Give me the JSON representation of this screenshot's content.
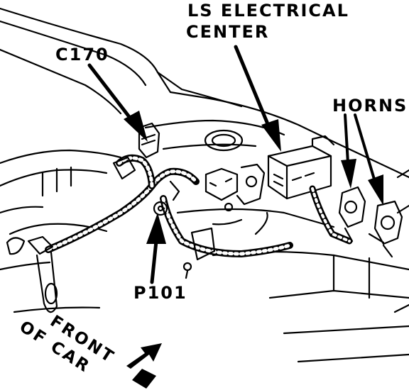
{
  "labels": {
    "ls_electrical_center_line1": "LS ELECTRICAL",
    "ls_electrical_center_line2": "CENTER",
    "c170": "C170",
    "horns": "HORNS",
    "p101": "P101",
    "front_of_car_line1": "FRONT",
    "front_of_car_line2": "OF CAR"
  },
  "colors": {
    "ink": "#000000",
    "paper": "#ffffff"
  }
}
